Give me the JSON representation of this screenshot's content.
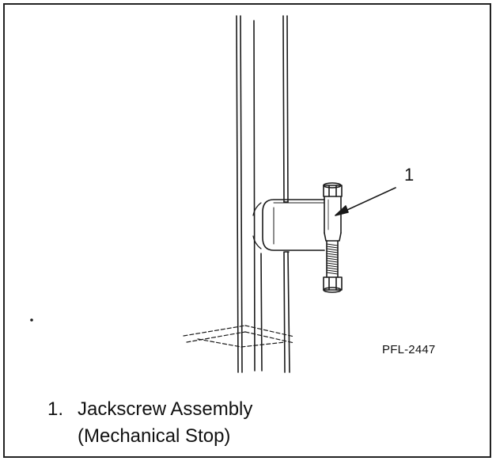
{
  "figure": {
    "callout_number": "1",
    "figure_id": "PFL-2447",
    "legend": [
      {
        "number": "1.",
        "label": "Jackscrew Assembly",
        "sublabel": "(Mechanical Stop)"
      }
    ]
  }
}
